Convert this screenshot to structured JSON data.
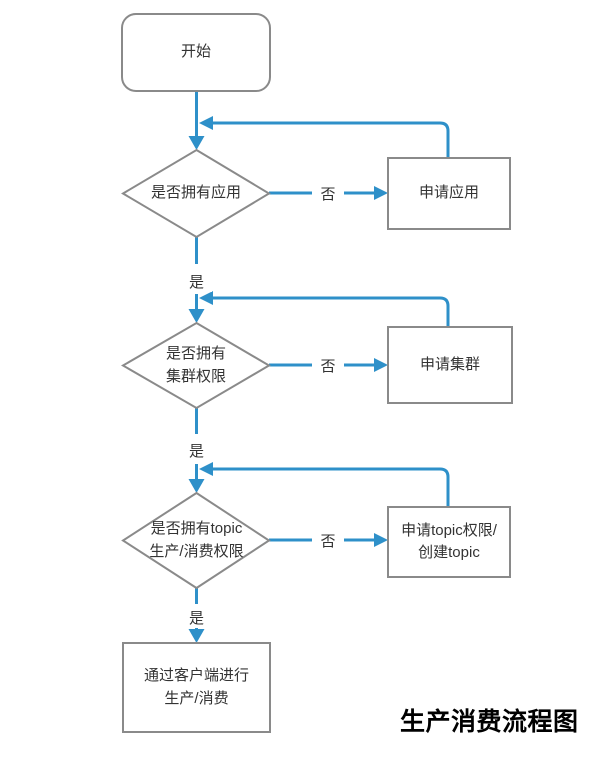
{
  "diagram_title": "生产消费流程图",
  "nodes": {
    "start": {
      "label": "开始"
    },
    "decision_app": {
      "label": "是否拥有应用"
    },
    "apply_app": {
      "label": "申请应用"
    },
    "decision_cluster": {
      "label": "是否拥有\n集群权限"
    },
    "apply_cluster": {
      "label": "申请集群"
    },
    "decision_topic": {
      "label": "是否拥有topic\n生产/消费权限"
    },
    "apply_topic": {
      "label": "申请topic权限/\n创建topic"
    },
    "client": {
      "label": "通过客户端进行\n生产/消费"
    }
  },
  "edge_labels": {
    "app_no": "否",
    "app_yes": "是",
    "cluster_no": "否",
    "cluster_yes": "是",
    "topic_no": "否",
    "topic_yes": "是"
  },
  "colors": {
    "connector_blue": "#2e90c9",
    "shape_border_gray": "#8a8a8a",
    "node_text": "#333333",
    "title_text": "#000000",
    "background": "#ffffff"
  }
}
